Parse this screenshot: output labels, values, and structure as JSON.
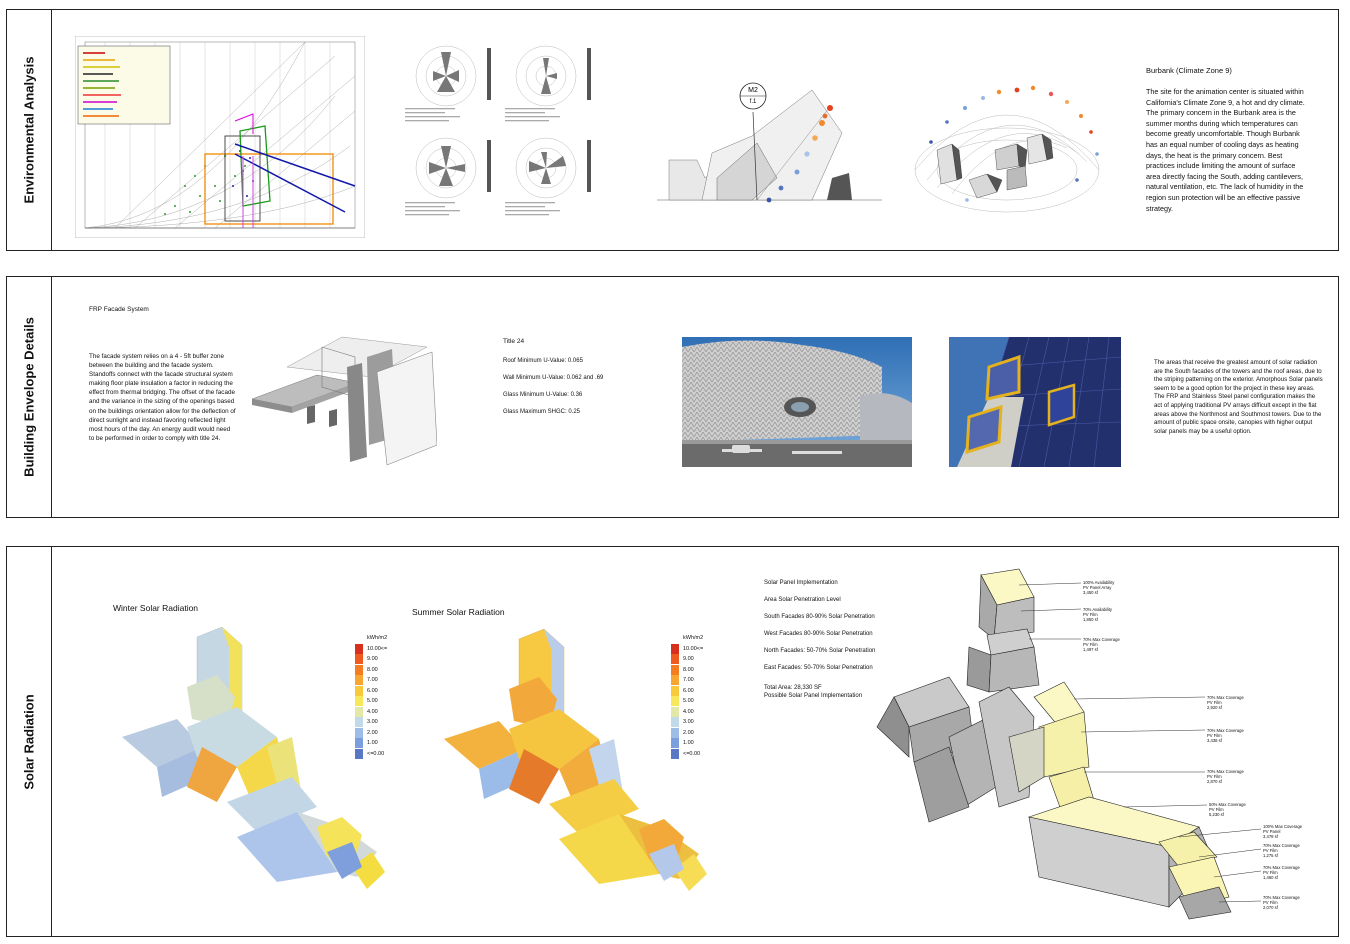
{
  "sections": {
    "environmental": {
      "title": "Environmental Analysis"
    },
    "envelope": {
      "title": "Building Envelope Details"
    },
    "solar": {
      "title": "Solar Radiation"
    }
  },
  "climate": {
    "heading": "Burbank (Climate Zone 9)",
    "body": "The site for the animation center is situated within California's Climate Zone 9, a hot and dry climate.  The primary concern in the Burbank area is the summer months during which temperatures can become greatly uncomfortable.  Though Burbank has an equal number of cooling days as heating days, the heat is the primary concern.  Best practices include limiting the amount of surface area directly facing the South, adding cantilevers, natural ventilation, etc.  The lack of humidity in the region sun protection will be an effective passive strategy."
  },
  "sun_path": {
    "tag_top": "M2",
    "tag_bottom": "f.1"
  },
  "facade": {
    "heading": "FRP Facade System",
    "body": "The facade system relies on a 4 - 5ft buffer zone between the building and the facade system.  Standoffs connect with the facade structural system making floor plate insulation a factor in reducing the effect from thermal bridging.  The offset of the facade and the variance in the sizing of the openings based on the buildings orientation allow for the deflection of direct sunlight and instead favoring reflected light most hours of the day.  An energy audit would need to be performed in order to comply with title 24."
  },
  "title24": {
    "heading": "Title 24",
    "items": [
      "Roof Minimum U-Value: 0.065",
      "Wall Minimum U-Value: 0.062 and .69",
      "Glass Minimum U-Value:  0.36",
      "Glass Maximum SHGC: 0.25"
    ]
  },
  "solar_panels": {
    "body": "The areas that receive the greatest amount of solar radiation are the South facades of the towers and the roof areas, due to the striping patterning on the exterior. Amorphous Solar panels seem to be a good option for the project in these key areas.  The FRP and Stainless Steel panel configuration makes the act of applying traditional PV arrays difficult except in the flat areas above the Northmost and Southmost towers. Due to the amount of public space onsite, canopies with higher output solar panels may be a useful option."
  },
  "winter": {
    "title": "Winter Solar Radiation"
  },
  "summer": {
    "title": "Summer Solar Radiation"
  },
  "legend": {
    "unit": "kWh/m2",
    "labels": [
      "10.00<=",
      "9.00",
      "8.00",
      "7.00",
      "6.00",
      "5.00",
      "4.00",
      "3.00",
      "2.00",
      "1.00",
      "<=0.00"
    ],
    "colors": [
      "#d7301f",
      "#ef5a1f",
      "#f57c21",
      "#f7a631",
      "#f9c93c",
      "#f7e75a",
      "#e3e8a8",
      "#c2d9e8",
      "#9ebde6",
      "#7a9fdc",
      "#5978c4"
    ]
  },
  "implementation": {
    "lines": [
      "Solar Panel Implementation",
      "Area Solar Penetration Level",
      "South Facades 80-90% Solar Penetration",
      "West Facades 80-90% Solar Penetration",
      "North Facades: 50-70% Solar Penetration",
      "East Facades: 50-70% Solar Penetration"
    ],
    "total": "Total Area: 28,330 SF",
    "total_sub": "Possible Solar Panel Implementation"
  },
  "callouts": [
    [
      "100% Availability",
      "PV Panel Array",
      "3,450 sf"
    ],
    [
      "70% Availability",
      "PV Film",
      "1,850 sf"
    ],
    [
      "70% Max Coverage",
      "PV Film",
      "1,497 sf"
    ],
    [
      "70% Max Coverage",
      "PV Film",
      "2,920 sf"
    ],
    [
      "70% Max Coverage",
      "PV Film",
      "3,438 sf"
    ],
    [
      "70% Max Coverage",
      "PV Film",
      "2,870 sf"
    ],
    [
      "50% Max Coverage",
      "PV Film",
      "5,230 sf"
    ],
    [
      "100% Max Coverage",
      "PV Panel",
      "3,478 sf"
    ],
    [
      "70% Max Coverage",
      "PV Film",
      "1,275 sf"
    ],
    [
      "70% Max Coverage",
      "PV Film",
      "1,460 sf"
    ],
    [
      "70% Max Coverage",
      "PV Film",
      "2,070 sf"
    ]
  ]
}
